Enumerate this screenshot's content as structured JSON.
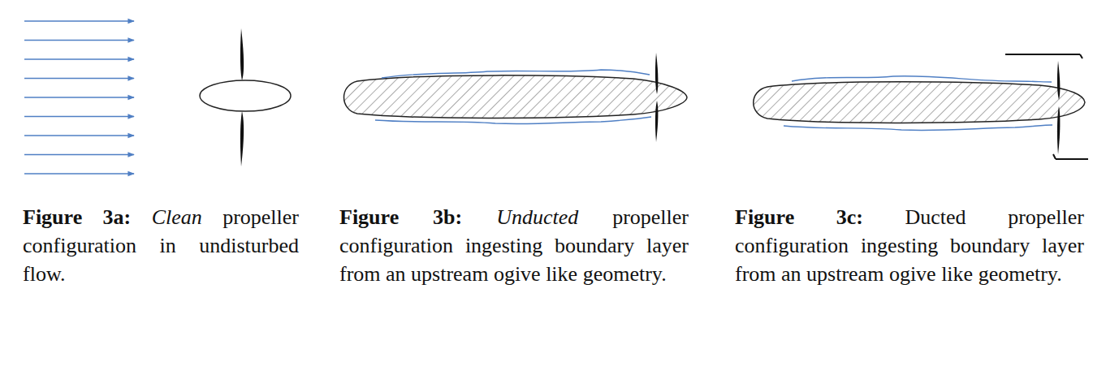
{
  "diagram": {
    "labels": [
      "Figure 3a:",
      "Clean",
      "propeller configuration in undisturbed flow.",
      "Figure 3b:",
      "Unducted",
      "propeller configuration ingesting boundary layer from an upstream ogive like geometry.",
      "Figure 3c:",
      "Ducted propeller configuration ingesting boundary layer from an upstream ogive like geometry."
    ]
  }
}
